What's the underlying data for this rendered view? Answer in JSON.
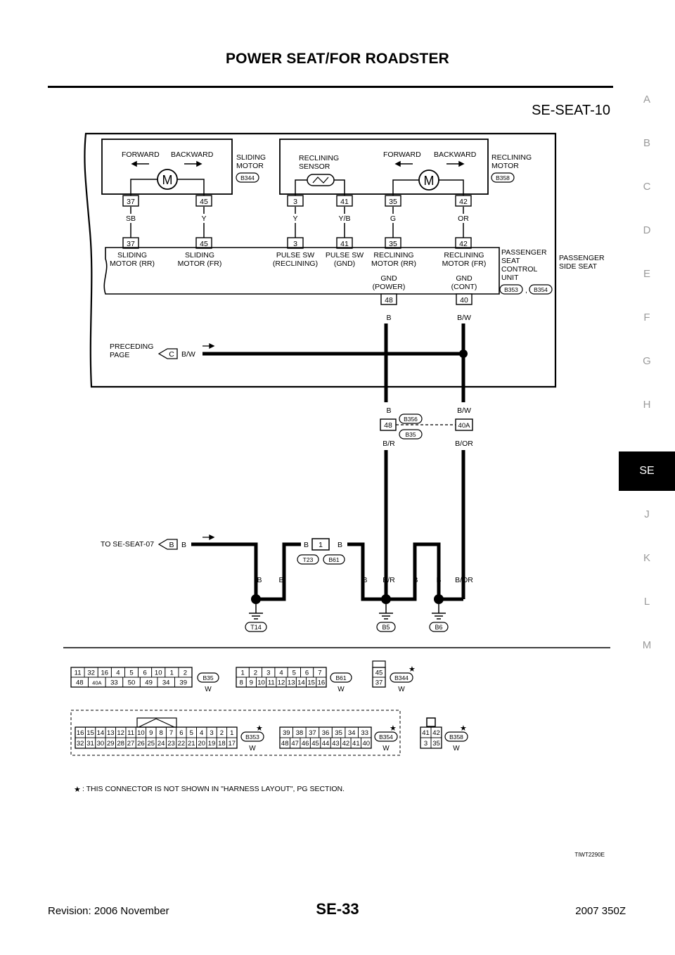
{
  "header": {
    "title": "POWER SEAT/FOR ROADSTER"
  },
  "side_tabs": [
    {
      "label": "A",
      "active": false
    },
    {
      "label": "B",
      "active": false
    },
    {
      "label": "C",
      "active": false
    },
    {
      "label": "D",
      "active": false
    },
    {
      "label": "E",
      "active": false
    },
    {
      "label": "F",
      "active": false
    },
    {
      "label": "G",
      "active": false
    },
    {
      "label": "H",
      "active": false
    },
    {
      "label": "SE",
      "active": true
    },
    {
      "label": "J",
      "active": false
    },
    {
      "label": "K",
      "active": false
    },
    {
      "label": "L",
      "active": false
    },
    {
      "label": "M",
      "active": false
    }
  ],
  "diagram": {
    "id": "SE-SEAT-10",
    "image_code": "TIWT2290E",
    "sliding_motor": {
      "label_1": "SLIDING",
      "label_2": "MOTOR",
      "connector": "B344",
      "forward": "FORWARD",
      "backward": "BACKWARD",
      "motor_symbol": "M"
    },
    "reclining_motor": {
      "label_1": "RECLINING",
      "label_2": "MOTOR",
      "connector": "B358",
      "forward": "FORWARD",
      "backward": "BACKWARD",
      "motor_symbol": "M"
    },
    "reclining_sensor": {
      "label_1": "RECLINING",
      "label_2": "SENSOR"
    },
    "top_pins": [
      "37",
      "45",
      "3",
      "41",
      "35",
      "42"
    ],
    "wire_colors_top": [
      "SB",
      "Y",
      "Y",
      "Y/B",
      "G",
      "OR"
    ],
    "unit_pins": [
      "37",
      "45",
      "3",
      "41",
      "35",
      "42"
    ],
    "unit_terminals": [
      {
        "l1": "SLIDING",
        "l2": "MOTOR (RR)"
      },
      {
        "l1": "SLIDING",
        "l2": "MOTOR (FR)"
      },
      {
        "l1": "PULSE SW",
        "l2": "(RECLINING)"
      },
      {
        "l1": "PULSE SW",
        "l2": "(GND)"
      },
      {
        "l1": "RECLINING",
        "l2": "MOTOR (RR)"
      },
      {
        "l1": "RECLINING",
        "l2": "MOTOR (FR)"
      }
    ],
    "unit_label": [
      "PASSENGER",
      "SEAT",
      "CONTROL",
      "UNIT"
    ],
    "unit_connectors": [
      "B353",
      "B354"
    ],
    "unit_connector_sep": ",",
    "seat_label": [
      "PASSENGER",
      "SIDE SEAT"
    ],
    "gnd_power": {
      "l1": "GND",
      "l2": "(POWER)",
      "pin": "48",
      "wire": "B"
    },
    "gnd_cont": {
      "l1": "GND",
      "l2": "(CONT)",
      "pin": "40",
      "wire": "B/W"
    },
    "preceding": {
      "l1": "PRECEDING",
      "l2": "PAGE",
      "connector": "C",
      "wire": "B/W"
    },
    "joint": {
      "upper_left_wire": "B",
      "upper_right_wire": "B/W",
      "left_pin": "48",
      "right_pin": "40A",
      "connector_top": "B356",
      "connector_bottom": "B35",
      "lower_left_wire": "B/R",
      "lower_right_wire": "B/OR"
    },
    "to_seat07": {
      "text": "TO SE-SEAT-07",
      "connector": "B",
      "wire": "B"
    },
    "splice": {
      "pin": "1",
      "left_wire": "B",
      "right_wire": "B",
      "conn_left": "T23",
      "conn_right": "B61"
    },
    "ground_wires": [
      "B",
      "B",
      "B",
      "B/R",
      "B",
      "B",
      "B/OR"
    ],
    "grounds": [
      "T14",
      "B5",
      "B6"
    ],
    "connector_views": {
      "b35": {
        "name": "B35",
        "color": "W",
        "row1": [
          "11",
          "32",
          "16",
          "4",
          "5",
          "6",
          "10",
          "1",
          "2"
        ],
        "row2": [
          "48",
          "40A",
          "33",
          "50",
          "49",
          "34",
          "39"
        ]
      },
      "b61": {
        "name": "B61",
        "color": "W",
        "row1": [
          "1",
          "2",
          "3",
          "4",
          "5",
          "6",
          "7"
        ],
        "row2": [
          "8",
          "9",
          "10",
          "11",
          "12",
          "13",
          "14",
          "15",
          "16"
        ]
      },
      "b344": {
        "name": "B344",
        "color": "W",
        "row1": [
          "45"
        ],
        "row2": [
          "37"
        ]
      },
      "b353": {
        "name": "B353",
        "color": "W",
        "row1": [
          "16",
          "15",
          "14",
          "13",
          "12",
          "11",
          "10",
          "9",
          "8",
          "7",
          "6",
          "5",
          "4",
          "3",
          "2",
          "1"
        ],
        "row2": [
          "32",
          "31",
          "30",
          "29",
          "28",
          "27",
          "26",
          "25",
          "24",
          "23",
          "22",
          "21",
          "20",
          "19",
          "18",
          "17"
        ]
      },
      "b354": {
        "name": "B354",
        "color": "W",
        "row1": [
          "39",
          "38",
          "37",
          "36",
          "35",
          "34",
          "33"
        ],
        "row2": [
          "48",
          "47",
          "46",
          "45",
          "44",
          "43",
          "42",
          "41",
          "40"
        ]
      },
      "b358": {
        "name": "B358",
        "color": "W",
        "row1": [
          "41",
          "42"
        ],
        "row2": [
          "3",
          "35"
        ]
      }
    },
    "star": "★",
    "footnote": ": THIS CONNECTOR IS NOT SHOWN IN \"HARNESS LAYOUT\", PG SECTION."
  },
  "footer": {
    "revision": "Revision: 2006 November",
    "page": "SE-33",
    "model": "2007 350Z"
  }
}
